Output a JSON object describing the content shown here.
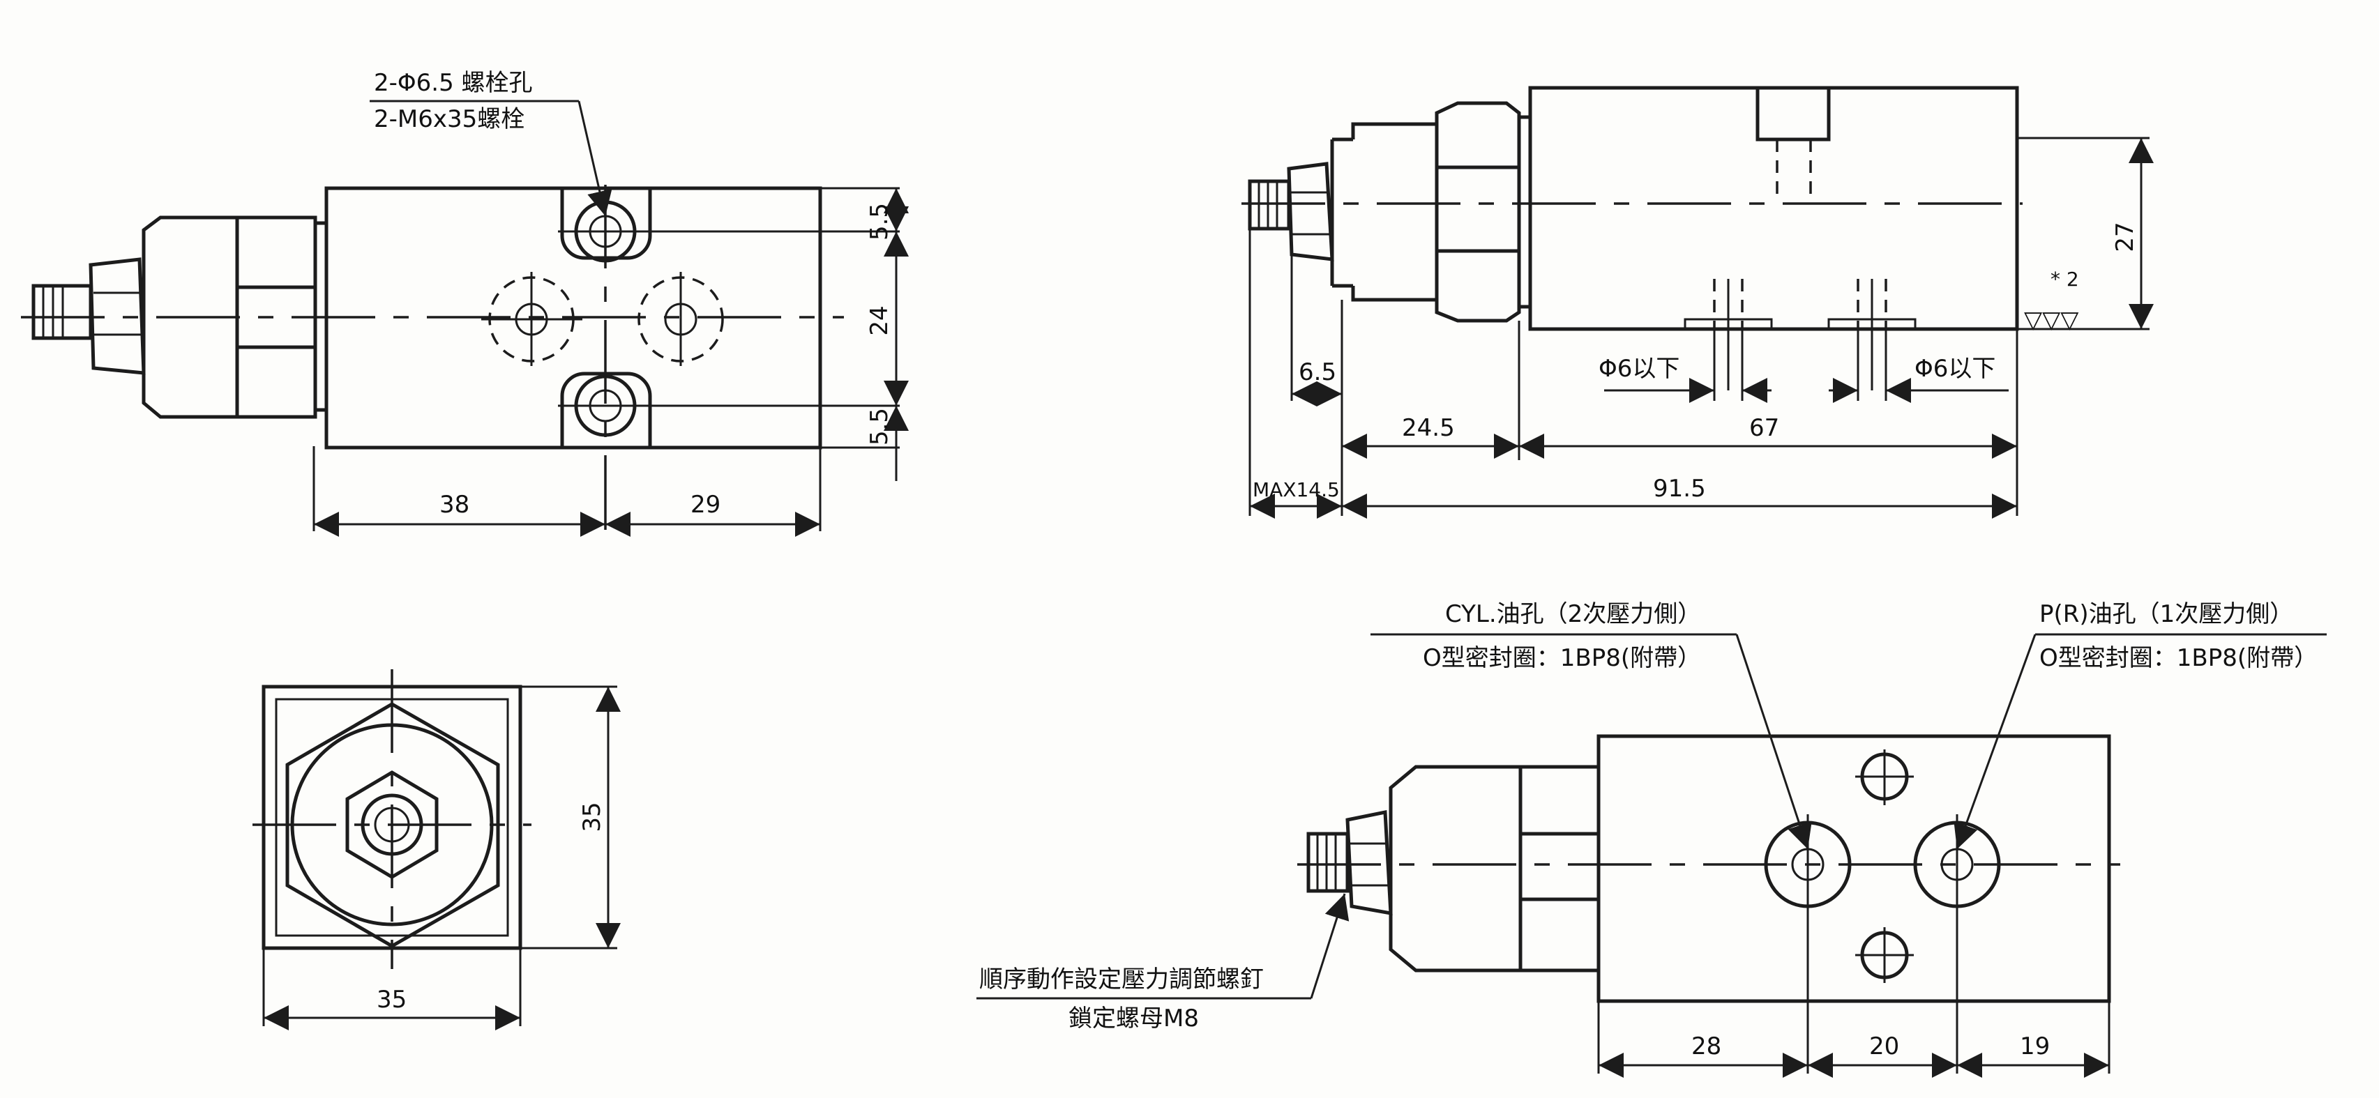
{
  "dimensions": {
    "top_left_width_a": "38",
    "top_left_width_b": "29",
    "top_left_height_mid": "24",
    "top_left_height_top": "5.5",
    "top_left_height_bottom": "5.5",
    "top_right_height": "27",
    "top_right_small": "6.5",
    "top_right_len_a": "24.5",
    "top_right_len_b": "67",
    "top_right_max": "MAX14.5",
    "top_right_total": "91.5",
    "end_view_height": "35",
    "end_view_width": "35",
    "bottom_right_a": "28",
    "bottom_right_b": "20",
    "bottom_right_c": "19"
  },
  "annotations": {
    "bolt_hole": "2-Φ6.5 螺栓孔",
    "bolt": "2-M6x35螺栓",
    "phi_left": "Φ6以下",
    "phi_right": "Φ6以下",
    "surface_mark": "▽▽▽",
    "surface_note": "* 2",
    "cyl_port": "CYL.油孔（2次壓力側）",
    "cyl_oring": "O型密封圈：1BP8(附帶）",
    "pr_port": "P(R)油孔（1次壓力側）",
    "pr_oring": "O型密封圈：1BP8(附帶）",
    "adjust_screw": "順序動作設定壓力調節螺釘",
    "lock_nut": "鎖定螺母M8"
  }
}
